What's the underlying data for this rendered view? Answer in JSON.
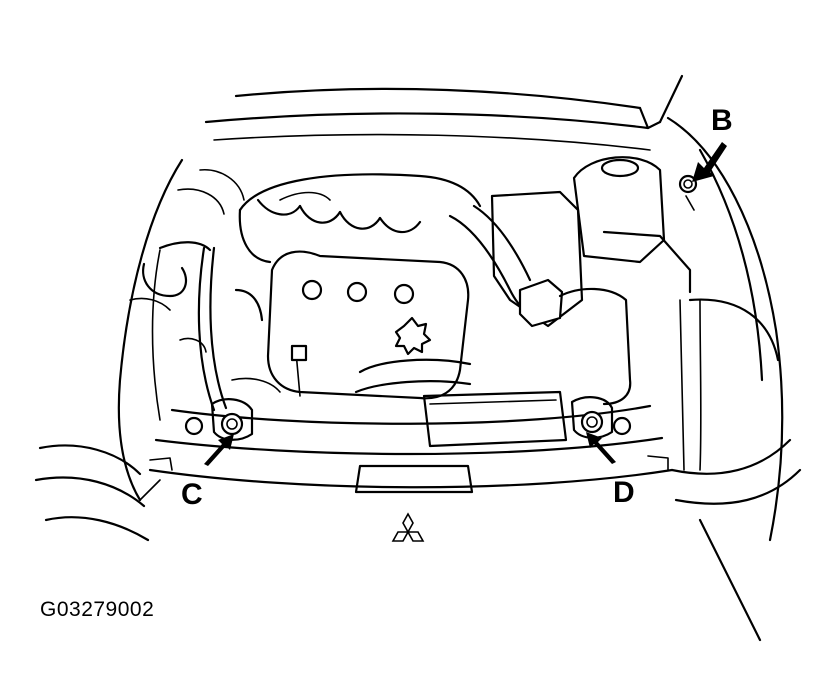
{
  "callouts": {
    "b": "B",
    "c": "C",
    "d": "D"
  },
  "figure_id": "G03279002",
  "colors": {
    "line": "#000000",
    "background": "#ffffff"
  },
  "icons": {
    "emblem": "mitsubishi-emblem-icon",
    "arrow": "callout-arrow-icon"
  }
}
